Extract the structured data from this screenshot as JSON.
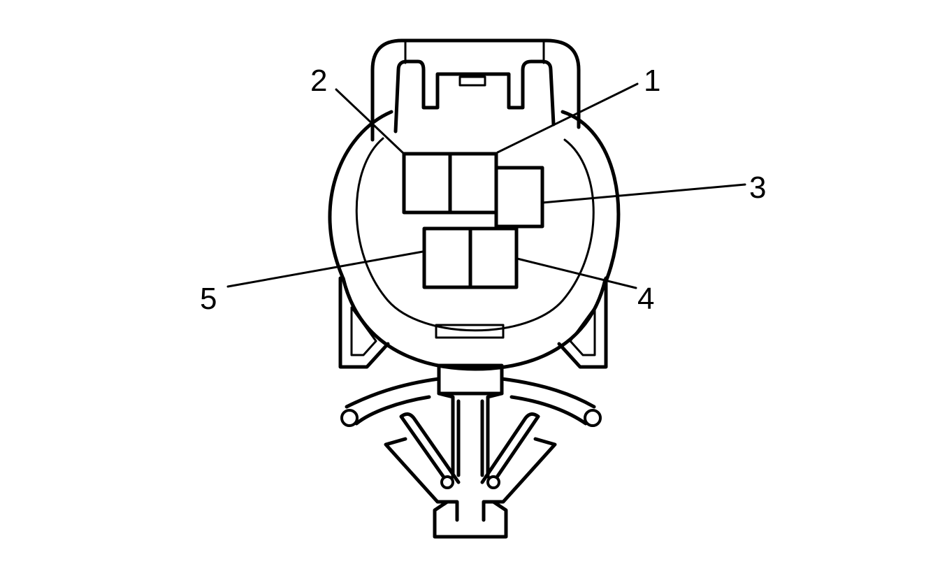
{
  "diagram": {
    "colors": {
      "stroke": "#000000",
      "background": "#ffffff"
    },
    "cavities": [
      {
        "id": "1",
        "label": "1"
      },
      {
        "id": "2",
        "label": "2"
      },
      {
        "id": "3",
        "label": "3"
      },
      {
        "id": "4",
        "label": "4"
      },
      {
        "id": "5",
        "label": "5"
      }
    ]
  }
}
